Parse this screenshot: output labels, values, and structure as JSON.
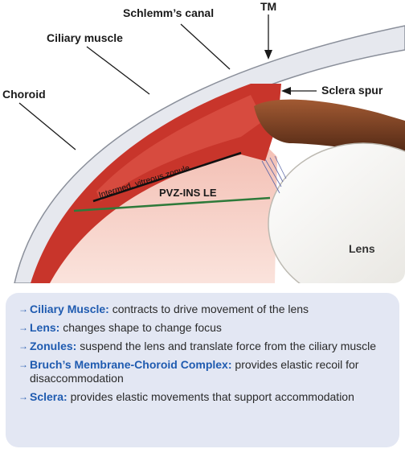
{
  "diagram": {
    "labels": {
      "schlemms_canal": "Schlemm’s canal",
      "tm": "TM",
      "ciliary_muscle": "Ciliary muscle",
      "choroid": "Choroid",
      "sclera_spur": "Sclera spur",
      "intermed_vitreous_zonule": "Intermed. vitreous zonule",
      "pvz_ins_le": "PVZ-INS LE",
      "lens": "Lens"
    },
    "colors": {
      "muscle": "#c8352b",
      "sclera_band": "#e6e8ee",
      "vitreous": "#f6cfc7",
      "lens": "#f3f2ee",
      "iris": "#7a3f24",
      "zonule_line": "#2e7a3a"
    }
  },
  "legend": {
    "bullet": "→",
    "items": [
      {
        "term": "Ciliary Muscle:",
        "text": " contracts to drive movement of the lens"
      },
      {
        "term": "Lens:",
        "text": " changes shape to change focus"
      },
      {
        "term": "Zonules:",
        "text": " suspend the lens and translate force from the ciliary muscle"
      },
      {
        "term": "Bruch’s Membrane-Choroid Complex:",
        "text": " provides elastic recoil for disaccommodation"
      },
      {
        "term": "Sclera:",
        "text": " provides elastic movements that support accommodation"
      }
    ]
  }
}
